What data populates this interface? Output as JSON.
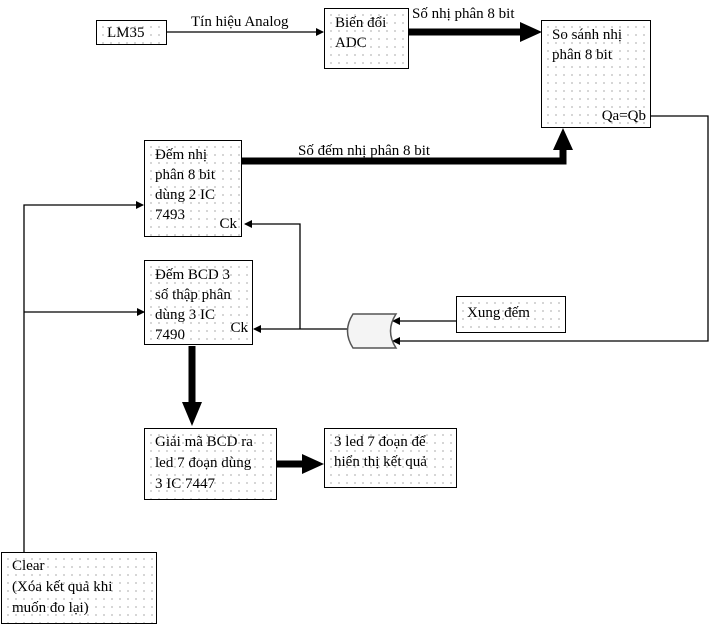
{
  "blocks": {
    "lm35": {
      "lines": [
        "LM35"
      ]
    },
    "adc": {
      "lines": [
        "Biến đổi",
        "ADC"
      ]
    },
    "comparator": {
      "lines": [
        "So sánh nhị",
        "phân 8 bit"
      ],
      "pin": "Qa=Qb"
    },
    "binary_counter": {
      "lines": [
        "Đếm nhị",
        "phân 8 bit",
        "dùng 2 IC",
        "7493"
      ],
      "pin": "Ck"
    },
    "bcd_counter": {
      "lines": [
        "Đếm BCD 3",
        "số thập phân",
        "dùng 3 IC",
        "7490"
      ],
      "pin": "Ck"
    },
    "pulse": {
      "lines": [
        "Xung đếm"
      ]
    },
    "decoder": {
      "lines": [
        "Giải mã BCD ra",
        "led 7 đoạn dùng",
        "3 IC 7447"
      ]
    },
    "display": {
      "lines": [
        "3 led 7 đoạn để",
        "hiển thị kết quả"
      ]
    },
    "clear": {
      "lines": [
        "Clear",
        "(Xóa kết quả khi",
        "muốn đo lại)"
      ]
    }
  },
  "signals": {
    "analog": "Tín hiệu Analog",
    "adc_output": "Số nhị phân 8 bit",
    "counter_output": "Số đếm nhị phân 8 bit"
  },
  "gate": {
    "type": "or-gate"
  }
}
